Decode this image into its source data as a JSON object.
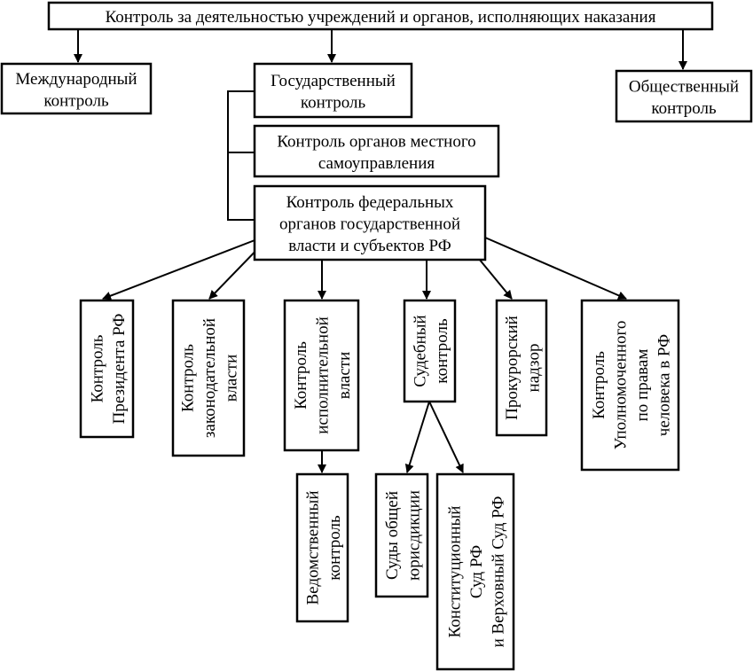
{
  "diagram": {
    "nodes": [
      {
        "id": "root",
        "lines": [
          "Контроль за деятельностью учреждений и органов, исполняющих наказания"
        ]
      },
      {
        "id": "intl",
        "lines": [
          "Международный",
          "контроль"
        ]
      },
      {
        "id": "state",
        "lines": [
          "Государственный",
          "контроль"
        ]
      },
      {
        "id": "public",
        "lines": [
          "Общественный",
          "контроль"
        ]
      },
      {
        "id": "local",
        "lines": [
          "Контроль органов местного",
          "самоуправления"
        ]
      },
      {
        "id": "federal",
        "lines": [
          "Контроль федеральных",
          "органов государственной",
          "власти и субъектов РФ"
        ]
      },
      {
        "id": "president",
        "lines": [
          "Контроль",
          "Президента РФ"
        ]
      },
      {
        "id": "legislative",
        "lines": [
          "Контроль",
          "законодательной",
          "власти"
        ]
      },
      {
        "id": "executive",
        "lines": [
          "Контроль",
          "исполнительной",
          "власти"
        ]
      },
      {
        "id": "judicial",
        "lines": [
          "Судебный",
          "контроль"
        ]
      },
      {
        "id": "prosecutor",
        "lines": [
          "Прокурорский",
          "надзор"
        ]
      },
      {
        "id": "ombudsman",
        "lines": [
          "Контроль",
          "Уполномоченного",
          "по правам",
          "человека в РФ"
        ]
      },
      {
        "id": "departmental",
        "lines": [
          "Ведомственный",
          "контроль"
        ]
      },
      {
        "id": "general_courts",
        "lines": [
          "Суды общей",
          "юрисдикции"
        ]
      },
      {
        "id": "high_courts",
        "lines": [
          "Конституционный",
          "Суд РФ",
          "и Верховный Суд РФ"
        ]
      }
    ],
    "edges": [
      {
        "from": "root",
        "to": "intl"
      },
      {
        "from": "root",
        "to": "state"
      },
      {
        "from": "root",
        "to": "public"
      },
      {
        "from": "state",
        "to": "local",
        "style": "bracket"
      },
      {
        "from": "state",
        "to": "federal",
        "style": "bracket"
      },
      {
        "from": "federal",
        "to": "president"
      },
      {
        "from": "federal",
        "to": "legislative"
      },
      {
        "from": "federal",
        "to": "executive"
      },
      {
        "from": "federal",
        "to": "judicial"
      },
      {
        "from": "federal",
        "to": "prosecutor"
      },
      {
        "from": "federal",
        "to": "ombudsman"
      },
      {
        "from": "executive",
        "to": "departmental"
      },
      {
        "from": "judicial",
        "to": "general_courts"
      },
      {
        "from": "judicial",
        "to": "high_courts"
      }
    ]
  }
}
